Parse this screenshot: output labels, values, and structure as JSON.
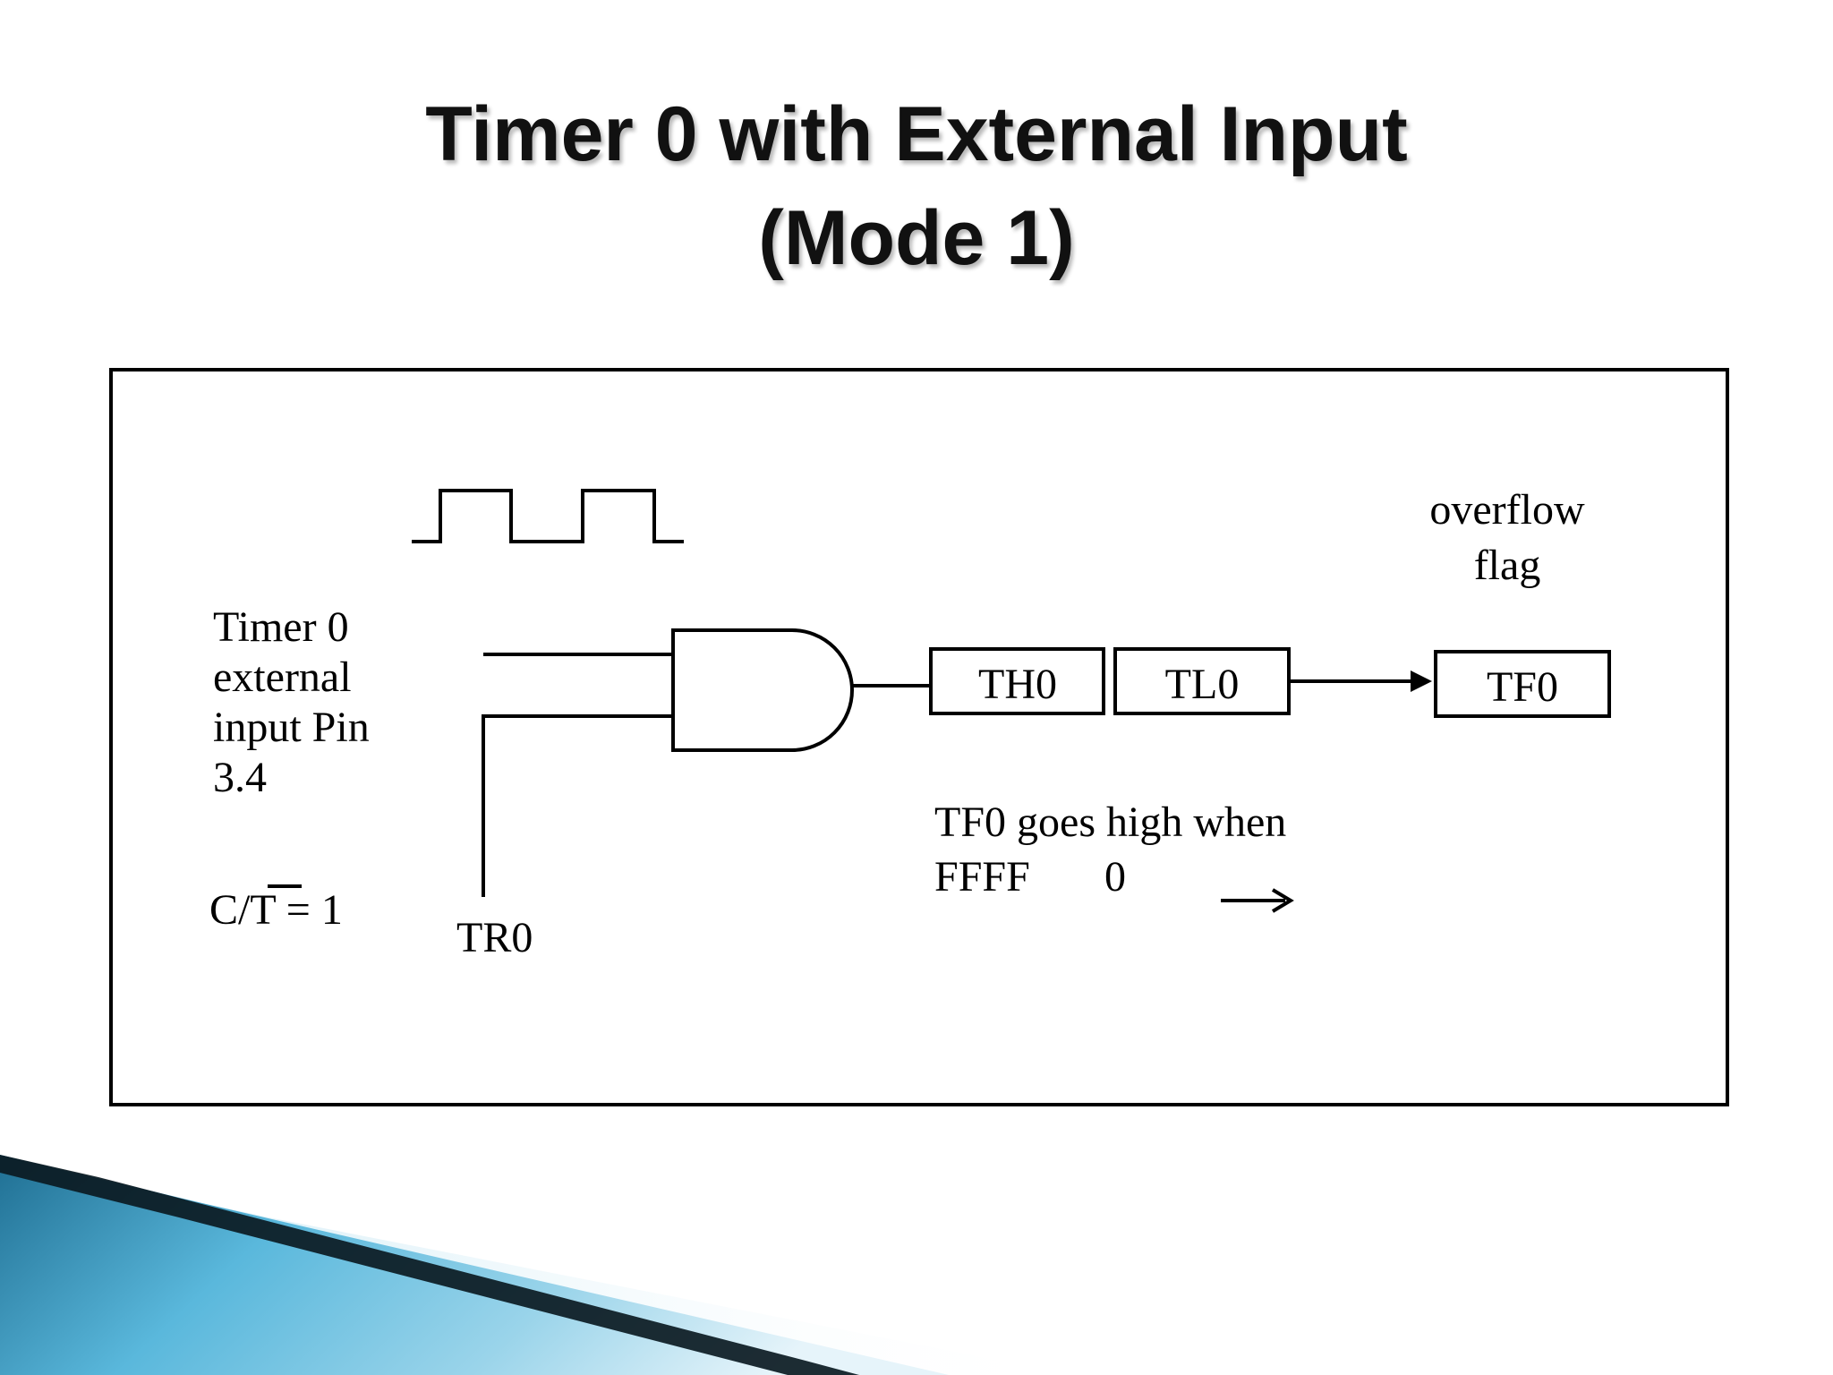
{
  "slide": {
    "title_line1": "Timer 0 with External Input",
    "title_line2": "(Mode 1)"
  },
  "diagram": {
    "input_label": [
      "Timer 0",
      "external",
      "input Pin",
      "3.4"
    ],
    "ct_label": "C/T = 1",
    "tr0_label": "TR0",
    "th0_label": "TH0",
    "tl0_label": "TL0",
    "tf0_label": "TF0",
    "overflow_label": [
      "overflow",
      "flag"
    ],
    "note_line1": "TF0 goes high when",
    "note_ffff": "FFFF",
    "note_zero": "0",
    "gate_type": "and-gate",
    "clock_signal": "square-wave",
    "arrow_icon": "right-arrow-icon"
  },
  "colors": {
    "decoration_dark": "#0b1a22",
    "decoration_blue": "#2f8fb4",
    "decoration_light": "#8fd0e8"
  }
}
